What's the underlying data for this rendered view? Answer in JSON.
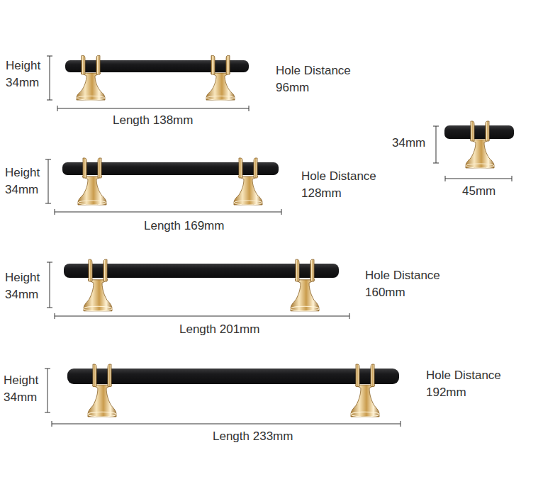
{
  "diagram": {
    "labels": [
      "Height 34mm",
      "Hole Distance 96mm",
      "Length 138mm",
      "34mm",
      "45mm",
      "Height 34mm",
      "Hole Distance 128mm",
      "Length 169mm",
      "Height 34mm",
      "Hole Distance 160mm",
      "Length 201mm",
      "Height 34mm",
      "Hole Distance 192mm",
      "Length 233mm"
    ]
  }
}
